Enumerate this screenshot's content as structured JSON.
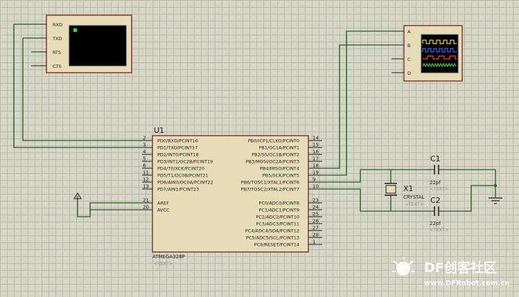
{
  "terminal": {
    "pins": [
      "RXD",
      "TXD",
      "RTS",
      "CTS"
    ]
  },
  "oscilloscope": {
    "channels": [
      "A",
      "B",
      "C",
      "D"
    ],
    "trace_colors": [
      "#f0e000",
      "#3070ff",
      "#ff4040",
      "#30d030"
    ]
  },
  "mcu": {
    "designator": "U1",
    "part": "ATMEGA328P",
    "text_placeholder": "<TEXT>",
    "left_pins": [
      {
        "num": "2",
        "label": "PD0/RXD/PCINT16"
      },
      {
        "num": "3",
        "label": "PD1/TXD/PCINT17"
      },
      {
        "num": "4",
        "label": "PD2/INT0/PCINT18"
      },
      {
        "num": "5",
        "label": "PD3/INT1/OC2B/PCINT19"
      },
      {
        "num": "6",
        "label": "PD4/T0/XCK/PCINT20"
      },
      {
        "num": "11",
        "label": "PD5/T1/OC0B/PCINT21"
      },
      {
        "num": "12",
        "label": "PD6/AIN0/OC0A/PCINT22"
      },
      {
        "num": "13",
        "label": "PD7/AIN1/PCINT23"
      },
      {
        "num": "21",
        "label": "AREF"
      },
      {
        "num": "20",
        "label": "AVCC"
      }
    ],
    "right_pins": [
      {
        "num": "14",
        "label": "PB0/ICP1/CLKO/PCINT0"
      },
      {
        "num": "15",
        "label": "PB1/OC1A/PCINT1"
      },
      {
        "num": "16",
        "label": "PB2/SS/OC1B/PCINT2"
      },
      {
        "num": "17",
        "label": "PB3/MOSI/OC2A/PCINT3"
      },
      {
        "num": "18",
        "label": "PB4/MISO/PCINT4"
      },
      {
        "num": "19",
        "label": "PB5/SCK/PCINT5"
      },
      {
        "num": "9",
        "label": "PB6/TOSC1/XTAL1/PCINT6"
      },
      {
        "num": "10",
        "label": "PB7/TOSC2/XTAL2/PCINT7"
      },
      {
        "num": "23",
        "label": "PC0/ADC0/PCINT8"
      },
      {
        "num": "24",
        "label": "PC1/ADC1/PCINT9"
      },
      {
        "num": "25",
        "label": "PC2/ADC2/PCINT10"
      },
      {
        "num": "26",
        "label": "PC3/ADC3/PCINT11"
      },
      {
        "num": "27",
        "label": "PC4/ADC4/SDA/PCINT12"
      },
      {
        "num": "28",
        "label": "PC5/ADC5/SCL/PCINT13"
      },
      {
        "num": "1",
        "label": "PC6/RESET/PCINT14"
      }
    ]
  },
  "crystal": {
    "designator": "X1",
    "value": "CRYSTAL",
    "text_placeholder": "<TEXT>"
  },
  "capacitors": [
    {
      "designator": "C1",
      "value": "22pf",
      "text_placeholder": "<TEXT>"
    },
    {
      "designator": "C2",
      "value": "22pf",
      "text_placeholder": "<TEXT>"
    }
  ],
  "watermark": {
    "brand": "DF创客社区",
    "url": "www.DFRobot.com.cn"
  },
  "colors": {
    "wire": "#1f5a1f",
    "body_border": "#7a1c1c",
    "body_fill": "#e6ddb8",
    "pin_line": "#1a1a1a"
  }
}
